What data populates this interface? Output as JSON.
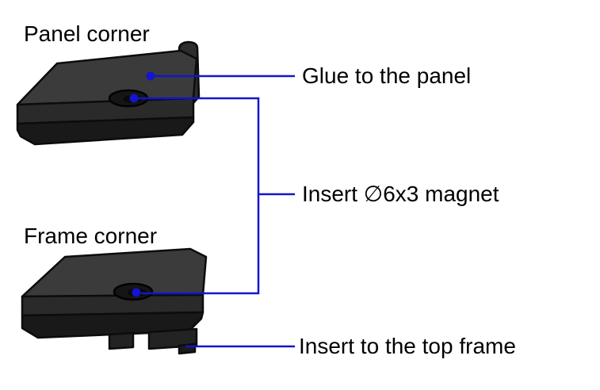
{
  "diagram": {
    "parts": [
      {
        "label": "Panel corner"
      },
      {
        "label": "Frame corner"
      }
    ],
    "annotations": [
      {
        "label": "Glue to the panel"
      },
      {
        "label": "Insert ∅6x3 magnet"
      },
      {
        "label": "Insert to the top frame"
      }
    ],
    "colors": {
      "line": "#1515cc",
      "part_top": "#3b3b3b",
      "part_front": "#2a2a2a",
      "part_shadow": "#191919",
      "text": "#000000",
      "background": "#ffffff"
    }
  }
}
